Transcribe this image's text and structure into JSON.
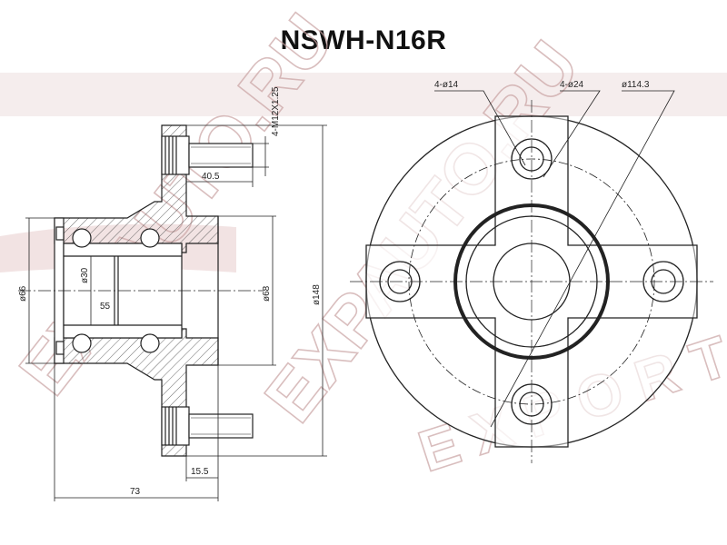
{
  "title": "NSWH-N16R",
  "watermark": {
    "arc_left": "EXPAUTO.RU",
    "arc_right": "EXPAUTO.RU",
    "bottom": "EXPORT"
  },
  "colors": {
    "line": "#222222",
    "watermark": "#c9a3a3",
    "watermark_fill": "#f3e8e8"
  },
  "dimensions": {
    "stud_thread": "4-M12X1.25",
    "stud_length": "40.5",
    "bore_dia": "ø30",
    "bearing_width": "55",
    "outer_dia_left": "ø66",
    "pilot_dia": "ø68",
    "flange_dia": "ø148",
    "flange_thickness": "15.5",
    "overall_length": "73",
    "hole_small": "4-ø14",
    "hole_large": "4-ø24",
    "pcd": "ø114.3"
  }
}
